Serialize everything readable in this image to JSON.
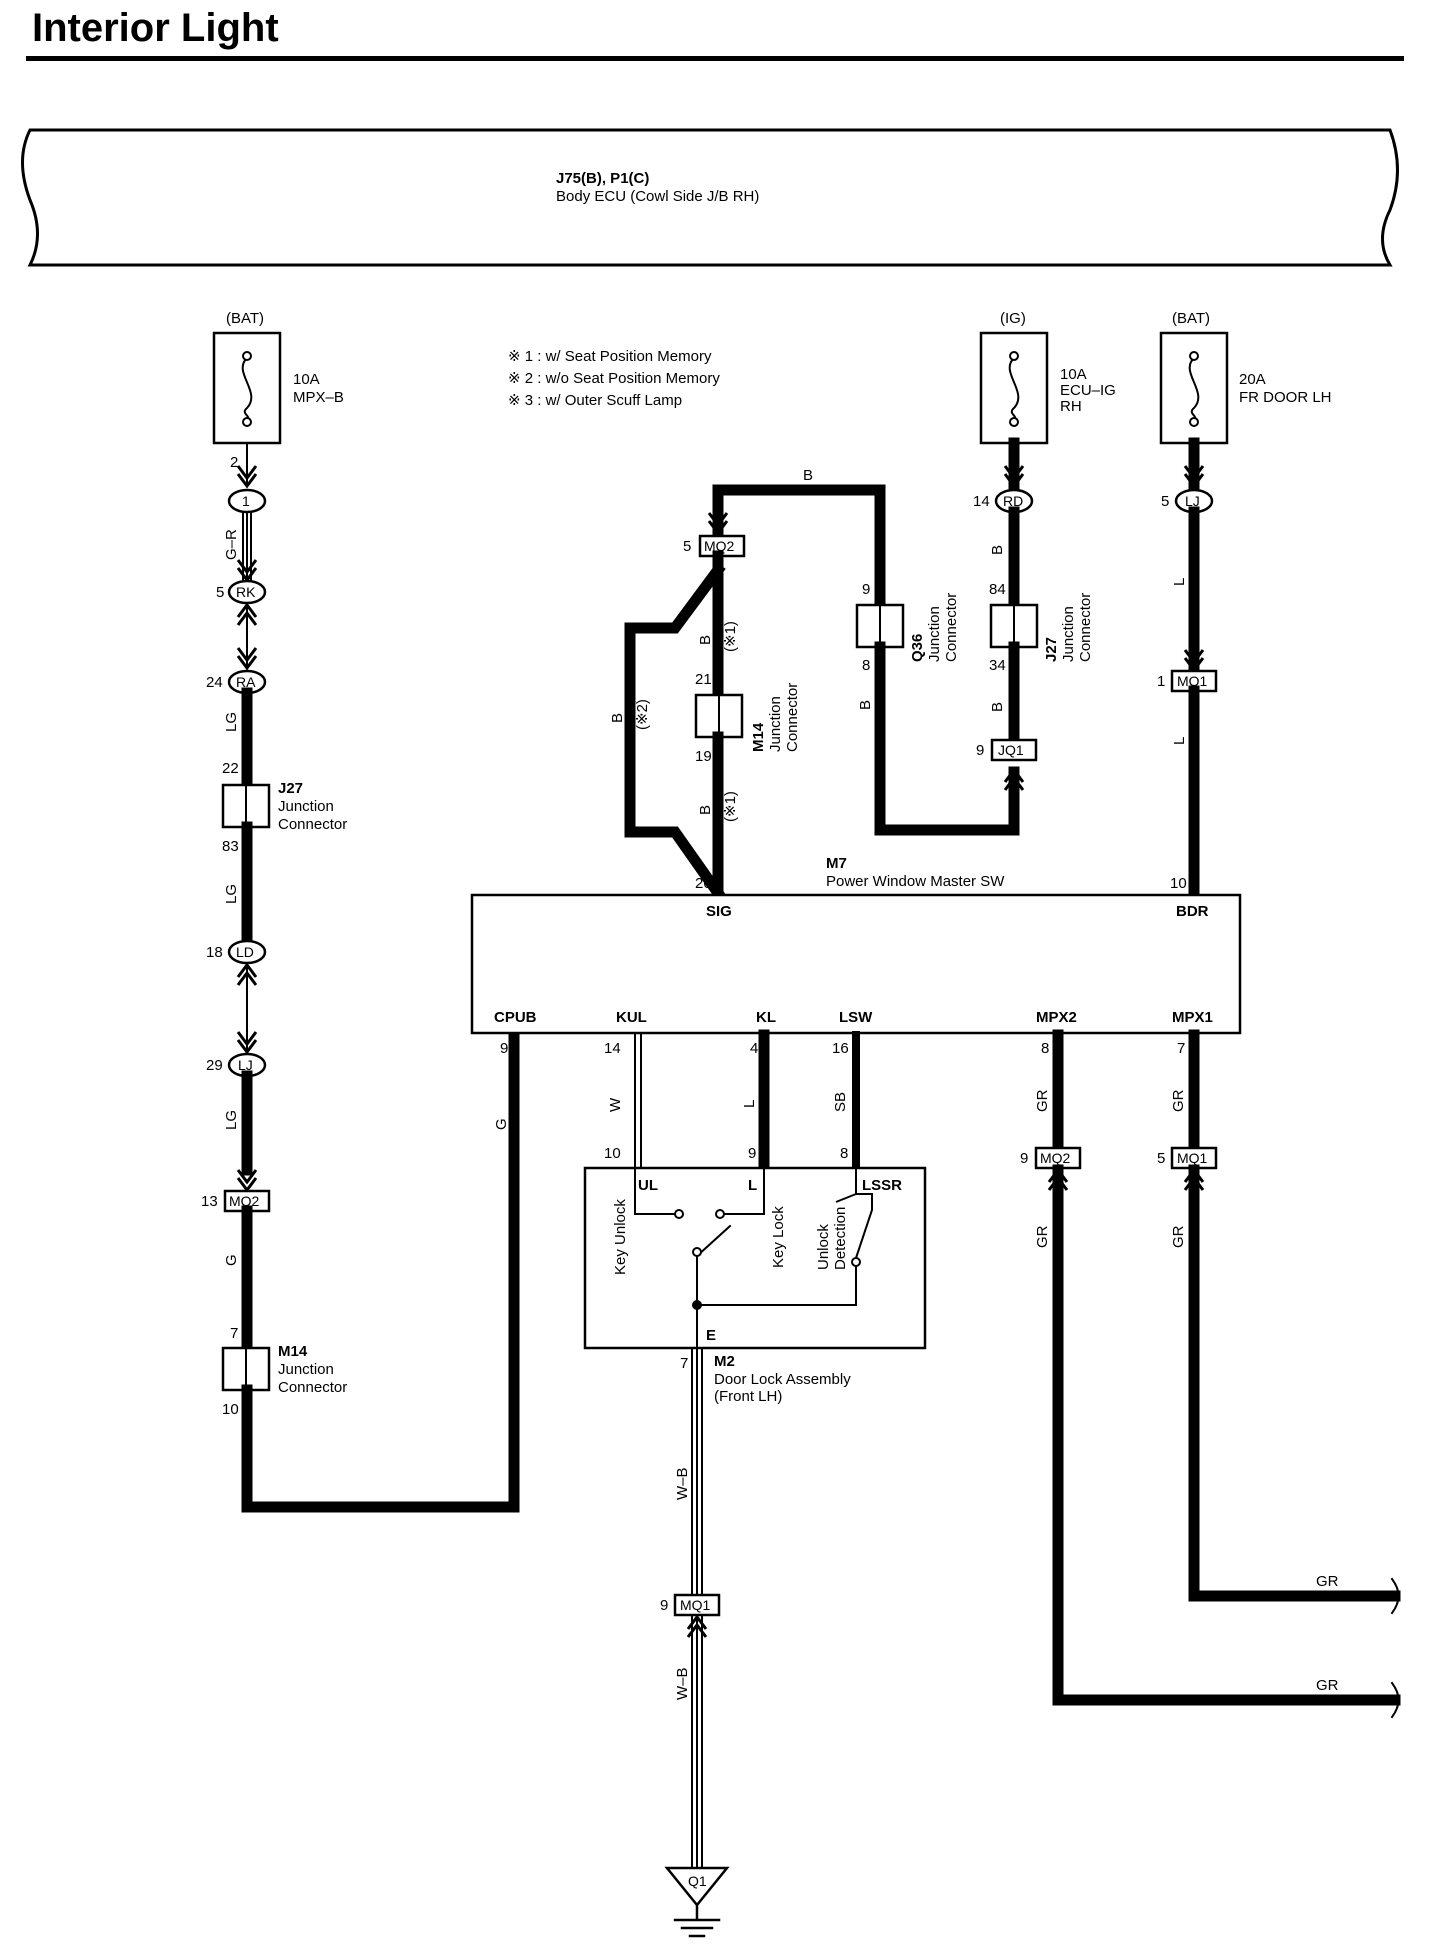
{
  "title": "Interior Light",
  "ecu": {
    "line1": "J75(B), P1(C)",
    "line2": "Body ECU (Cowl Side J/B RH)"
  },
  "notes": [
    "※ 1 : w/ Seat Position Memory",
    "※ 2 : w/o Seat Position Memory",
    "※ 3 : w/ Outer Scuff Lamp"
  ],
  "fuses": [
    {
      "source": "(BAT)",
      "rating": "10A",
      "name": "MPX–B",
      "name2": ""
    },
    {
      "source": "(IG)",
      "rating": "10A",
      "name": "ECU–IG",
      "name2": "RH"
    },
    {
      "source": "(BAT)",
      "rating": "20A",
      "name": "FR DOOR LH",
      "name2": ""
    }
  ],
  "connectors": {
    "c1": "1",
    "rk": "RK",
    "ra": "RA",
    "ld": "LD",
    "lj_left": "LJ",
    "mq2_left": "MQ2",
    "mq2_top": "MQ2",
    "rd": "RD",
    "jq1": "JQ1",
    "lj_right": "LJ",
    "mq1_top": "MQ1",
    "mq2_mpx": "MQ2",
    "mq1_mpx": "MQ1",
    "mq1_bottom": "MQ1",
    "ground": "Q1"
  },
  "pins": {
    "p2": "2",
    "p5rk": "5",
    "p24": "24",
    "p22": "22",
    "p83": "83",
    "p18": "18",
    "p29": "29",
    "p13": "13",
    "p7m14": "7",
    "p10m14": "10",
    "p5mq2": "5",
    "p21": "21",
    "p19": "19",
    "p20": "20",
    "p9q36": "9",
    "p8q36": "8",
    "p14rd": "14",
    "p84": "84",
    "p34": "34",
    "p9jq1": "9",
    "p5lj": "5",
    "p1mq1": "1",
    "p10bdr": "10",
    "p9cpub": "9",
    "p14kul": "14",
    "p4kl": "4",
    "p16lsw": "16",
    "p8mpx2": "8",
    "p7mpx1": "7",
    "p10ul": "10",
    "p9l": "9",
    "p8lssr": "8",
    "p9mq2": "9",
    "p5mq1": "5",
    "p7e": "7",
    "p9mq1b": "9"
  },
  "wires": {
    "gr1": "G–R",
    "lg1": "LG",
    "lg2": "LG",
    "lg3": "LG",
    "g1": "G",
    "g2": "G",
    "b_top": "B",
    "b1": "B",
    "b2": "B",
    "b3": "B",
    "b_q36": "B",
    "b_rd": "B",
    "b_j27": "B",
    "l1": "L",
    "l2": "L",
    "w": "W",
    "l_kl": "L",
    "sb": "SB",
    "gr_mpx2a": "GR",
    "gr_mpx2b": "GR",
    "gr_mpx1a": "GR",
    "gr_mpx1b": "GR",
    "gr_out1": "GR",
    "gr_out2": "GR",
    "wb1": "W–B",
    "wb2": "W–B",
    "s1a": "(※1)",
    "s1b": "(※1)",
    "s2": "(※2)"
  },
  "junctions": {
    "j27a": {
      "id": "J27",
      "l1": "Junction",
      "l2": "Connector"
    },
    "m14a": {
      "id": "M14",
      "l1": "Junction",
      "l2": "Connector"
    },
    "m14b": {
      "id": "M14",
      "l1": "Junction",
      "l2": "Connector"
    },
    "q36": {
      "id": "Q36",
      "l1": "Junction",
      "l2": "Connector"
    },
    "j27b": {
      "id": "J27",
      "l1": "Junction",
      "l2": "Connector"
    }
  },
  "m7": {
    "id": "M7",
    "name": "Power Window Master SW",
    "terminals": {
      "sig": "SIG",
      "bdr": "BDR",
      "cpub": "CPUB",
      "kul": "KUL",
      "kl": "KL",
      "lsw": "LSW",
      "mpx2": "MPX2",
      "mpx1": "MPX1"
    }
  },
  "m2": {
    "id": "M2",
    "name": "Door Lock Assembly",
    "name2": "(Front LH)",
    "terminals": {
      "ul": "UL",
      "l": "L",
      "lssr": "LSSR",
      "e": "E"
    },
    "switches": {
      "key_unlock": "Key Unlock",
      "key_lock": "Key Lock",
      "unlock1": "Unlock",
      "unlock2": "Detection"
    }
  }
}
